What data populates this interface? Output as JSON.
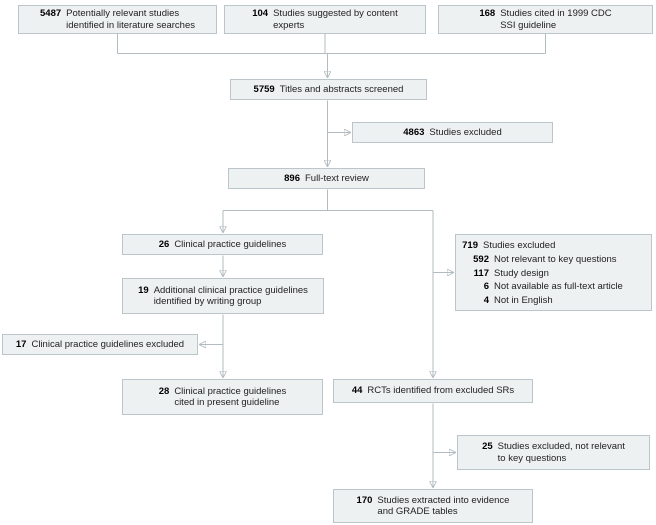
{
  "diagram": {
    "boxes": {
      "lit_search": {
        "num": "5487",
        "text": "Potentially relevant studies\nidentified in literature searches"
      },
      "content_experts": {
        "num": "104",
        "text": "Studies suggested by content\nexperts"
      },
      "cdc_guideline": {
        "num": "168",
        "text": "Studies cited in 1999 CDC\nSSI guideline"
      },
      "screened": {
        "num": "5759",
        "text": "Titles and abstracts screened"
      },
      "excluded_screen": {
        "num": "4863",
        "text": "Studies excluded"
      },
      "fulltext_review": {
        "num": "896",
        "text": "Full-text review"
      },
      "cpg_identified": {
        "num": "26",
        "text": "Clinical practice guidelines"
      },
      "excluded_fulltext": {
        "num": "719",
        "text": "Studies excluded",
        "reasons": [
          {
            "num": "592",
            "text": "Not relevant to key questions"
          },
          {
            "num": "117",
            "text": "Study design"
          },
          {
            "num": "6",
            "text": "Not available as full-text article"
          },
          {
            "num": "4",
            "text": "Not in English"
          }
        ]
      },
      "additional_cpg": {
        "num": "19",
        "text": "Additional clinical practice guidelines\nidentified by writing group"
      },
      "cpg_excluded": {
        "num": "17",
        "text": "Clinical practice guidelines excluded"
      },
      "cpg_cited": {
        "num": "28",
        "text": "Clinical practice guidelines\ncited in present guideline"
      },
      "rcts_identified": {
        "num": "44",
        "text": "RCTs identified from excluded SRs"
      },
      "rcts_excluded": {
        "num": "25",
        "text": "Studies excluded, not relevant\nto key questions"
      },
      "extracted": {
        "num": "170",
        "text": "Studies extracted into evidence\nand GRADE tables"
      }
    },
    "colors": {
      "box_fill": "#edf1f2",
      "box_border": "#bcc5c9",
      "line": "#b2bbc0",
      "arrow": "#7f8a90",
      "number_text": "#000000",
      "body_text": "#222222"
    }
  }
}
